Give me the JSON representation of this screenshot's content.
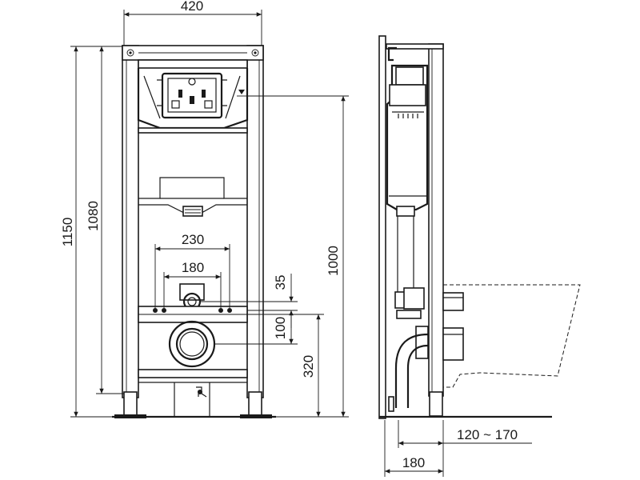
{
  "front_view": {
    "dimensions": {
      "width_top": "420",
      "height_total": "1150",
      "height_frame": "1080",
      "bracket_spacing": "230",
      "inlet_spacing": "180",
      "inlet_offset": "35",
      "outlet_offset": "100",
      "outlet_height": "320",
      "cistern_height": "1000"
    }
  },
  "side_view": {
    "dimensions": {
      "depth_range": "120 ~ 170",
      "depth_frame": "180"
    }
  }
}
